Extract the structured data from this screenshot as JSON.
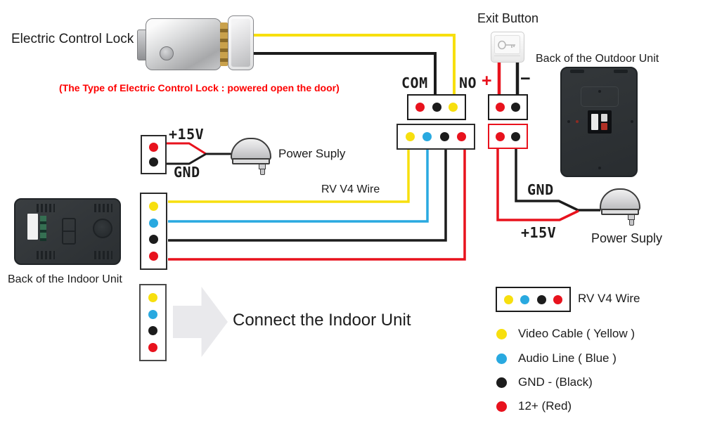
{
  "colors": {
    "yellow": "#f7df0e",
    "blue": "#29a9e0",
    "black": "#1c1c1c",
    "red": "#e8121d",
    "red_text": "#fe0000"
  },
  "lock": {
    "title": "Electric Control Lock",
    "caption": "(The Type of Electric Control Lock : powered open the door)"
  },
  "exit_button": {
    "label": "Exit Button"
  },
  "outdoor_unit": {
    "label": "Back of the Outdoor Unit"
  },
  "indoor_unit": {
    "label": "Back of the Indoor Unit"
  },
  "terminal_labels": {
    "com": "COM",
    "no": "NO",
    "plus": "+",
    "minus": "−"
  },
  "left_psu": {
    "voltage": "+15V",
    "gnd": "GND",
    "label": "Power Suply"
  },
  "right_psu": {
    "gnd": "GND",
    "voltage": "+15V",
    "label": "Power Suply"
  },
  "wire_label_mid": "RV V4 Wire",
  "connect_caption": "Connect the Indoor Unit",
  "legend": {
    "box_label": "RV V4 Wire",
    "items": [
      {
        "color": "yellow",
        "label": "Video Cable  ( Yellow )"
      },
      {
        "color": "blue",
        "label": "Audio Line  ( Blue )"
      },
      {
        "color": "black",
        "label": "GND -  (Black)"
      },
      {
        "color": "red",
        "label": "12+   (Red)"
      }
    ]
  },
  "blocks": {
    "com_no": [
      "red",
      "black",
      "yellow"
    ],
    "exit_junction": [
      "red",
      "black"
    ],
    "rv4_junction": [
      "yellow",
      "blue",
      "black",
      "red"
    ],
    "psu_junction": [
      "red",
      "black"
    ],
    "left_psu_block": [
      "red",
      "black"
    ],
    "indoor_upper": [
      "yellow",
      "blue",
      "black",
      "red"
    ],
    "indoor_lower": [
      "yellow",
      "blue",
      "black",
      "red"
    ],
    "legend_box": [
      "yellow",
      "blue",
      "black",
      "red"
    ]
  }
}
